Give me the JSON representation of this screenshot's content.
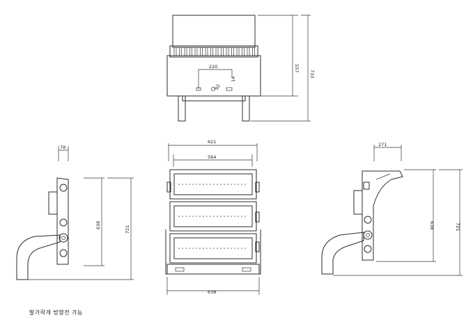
{
  "top_view": {
    "dim_width_inner": "220",
    "dim_depth": "557",
    "dim_total_height": "733",
    "dim_small_a": "92",
    "dim_small_b": "14"
  },
  "front_view": {
    "dim_total_width": "621",
    "dim_inner_width": "564",
    "dim_bottom_width": "638"
  },
  "left_view": {
    "dim_top_depth": "78",
    "dim_body_height": "638",
    "dim_total_height": "721"
  },
  "right_view": {
    "dim_top_depth": "271",
    "dim_body_height": "638",
    "dim_total_height": "721"
  },
  "note": "발가락개 방향전 가능"
}
